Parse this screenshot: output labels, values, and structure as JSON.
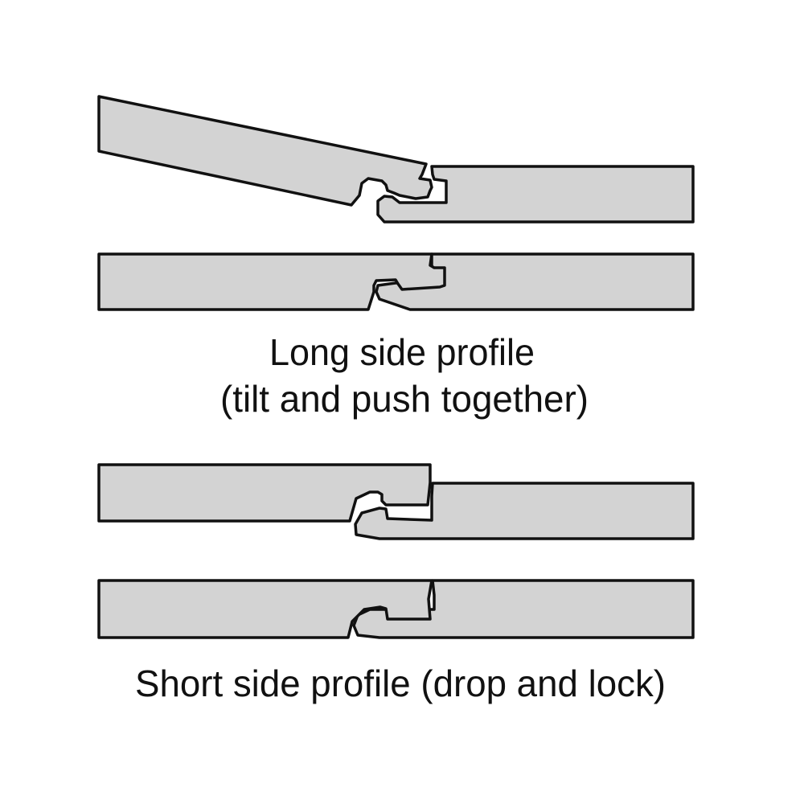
{
  "colors": {
    "board_fill": "#d3d3d3",
    "outline": "#111111",
    "background": "#ffffff"
  },
  "captions": {
    "long_side_title": "Long side profile",
    "long_side_subtitle": "(tilt and push together)",
    "short_side_title": "Short side profile (drop and lock)"
  }
}
